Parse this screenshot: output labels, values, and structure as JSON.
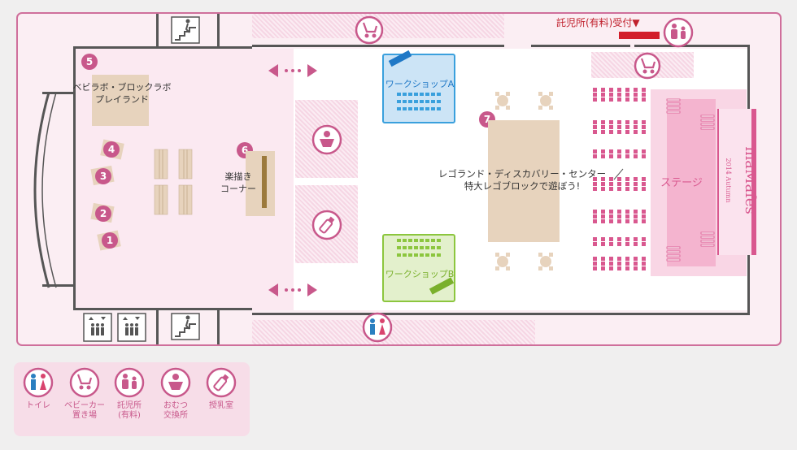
{
  "colors": {
    "accent": "#c8588b",
    "wall": "#565656",
    "workshop_a": "#3aa0dd",
    "workshop_b": "#8cc63e",
    "stage": "#f6c6da",
    "table": "#e7d3bd"
  },
  "zones": {
    "z5": {
      "num": "5",
      "label": "ベビラボ・ブロックラボ\nプレイランド"
    },
    "z6": {
      "num": "6",
      "label": "楽描き\nコーナー"
    },
    "z7": {
      "num": "7",
      "label": "レゴランド・ディスカバリー・センター\n特大レゴブロックで遊ぼう!"
    }
  },
  "workshops": {
    "a": "ワークショップA",
    "b": "ワークショップB"
  },
  "stage_label": "ステージ",
  "reception_label": "託児所(有料)受付▼",
  "small_tables": [
    "1",
    "2",
    "3",
    "4"
  ],
  "brand": {
    "title": "maMafes",
    "subtitle": "2014 Autumn"
  },
  "legend": [
    {
      "icon": "toilet-icon",
      "label": "トイレ"
    },
    {
      "icon": "stroller-icon",
      "label": "ベビーカー\n置き場"
    },
    {
      "icon": "childcare-icon",
      "label": "託児所\n(有料)"
    },
    {
      "icon": "diaper-icon",
      "label": "おむつ\n交換所"
    },
    {
      "icon": "bottle-icon",
      "label": "授乳室"
    }
  ]
}
